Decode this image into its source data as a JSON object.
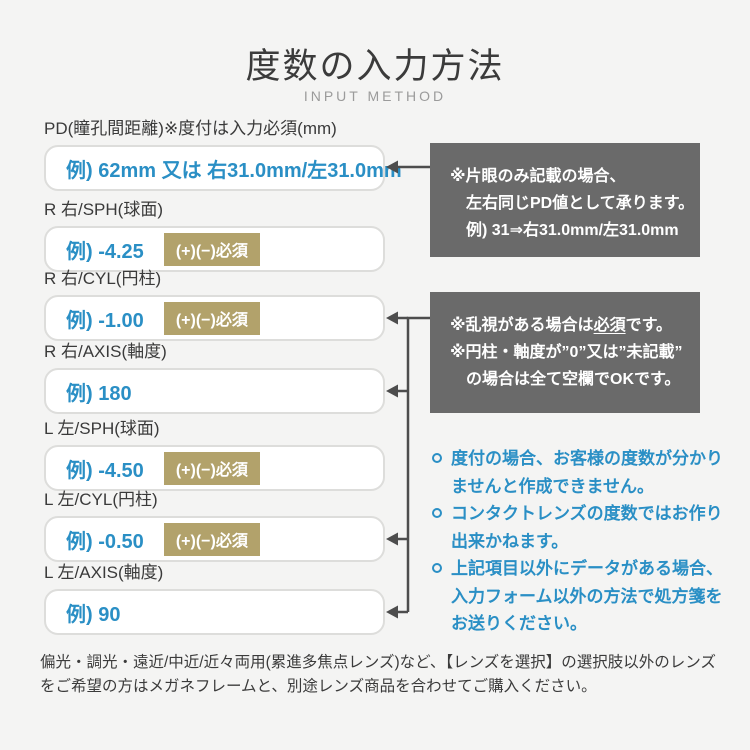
{
  "header": {
    "title": "度数の入力方法",
    "subtitle": "INPUT METHOD"
  },
  "fields": [
    {
      "label": "PD(瞳孔間距離)※度付は入力必須(mm)",
      "example": "例) 62mm 又は 右31.0mm/左31.0mm"
    },
    {
      "label": "R 右/SPH(球面)",
      "example": "例) -4.25",
      "badge": "(+)(−)必須"
    },
    {
      "label": "R 右/CYL(円柱)",
      "example": "例) -1.00",
      "badge": "(+)(−)必須"
    },
    {
      "label": "R 右/AXIS(軸度)",
      "example": "例) 180"
    },
    {
      "label": "L 左/SPH(球面)",
      "example": "例) -4.50",
      "badge": "(+)(−)必須"
    },
    {
      "label": "L 左/CYL(円柱)",
      "example": "例) -0.50",
      "badge": "(+)(−)必須"
    },
    {
      "label": "L 左/AXIS(軸度)",
      "example": "例) 90"
    }
  ],
  "pd_note": {
    "line1": "※片眼のみ記載の場合、",
    "line2": "左右同じPD値として承ります。",
    "line3": "例) 31⇒右31.0mm/左31.0mm"
  },
  "cyl_note": {
    "line1_pre": "※乱視がある場合は",
    "line1_underline": "必須",
    "line1_post": "です。",
    "line2": "※円柱・軸度が”0”又は”未記載”",
    "line3": "の場合は全て空欄でOKです。"
  },
  "blue_notes": [
    "度付の場合、お客様の度数が分かりませんと作成できません。",
    "コンタクトレンズの度数ではお作り出来かねます。",
    "上記項目以外にデータがある場合、入力フォーム以外の方法で処方箋をお送りください。"
  ],
  "footer_note": "偏光・調光・遠近/中近/近々両用(累進多焦点レンズ)など、【レンズを選択】の選択肢以外のレンズをご希望の方はメガネフレームと、別途レンズ商品を合わせてご購入ください。",
  "colors": {
    "page_bg": "#f4f4f3",
    "accent_blue": "#2a8fc5",
    "badge_gold": "#b2a26b",
    "note_box_gray": "#6a6a6a",
    "arrow": "#4d4d4d"
  }
}
